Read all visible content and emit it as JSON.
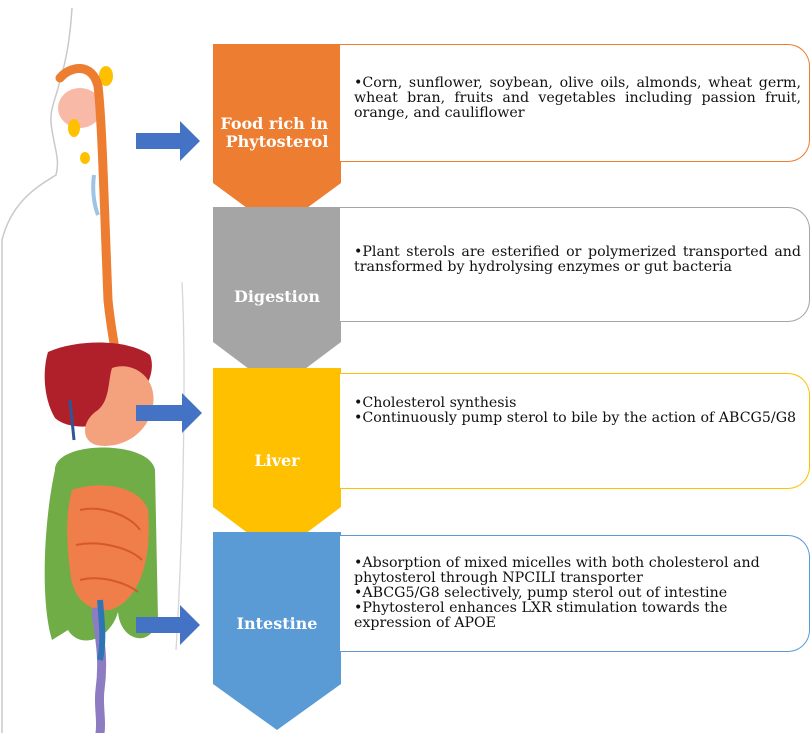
{
  "stages": [
    {
      "label_lines": [
        "Food rich in",
        "Phytosterol"
      ],
      "color": "#ED7D31",
      "bullets": [
        "Corn, sunflower, soybean, olive oils, almonds, wheat germ, wheat bran,  fruits and vegetables including passion fruit, orange, and cauliflower"
      ]
    },
    {
      "label_lines": [
        "Digestion"
      ],
      "color": "#A5A5A5",
      "bullets": [
        "Plant sterols are esterified or polymerized transported and transformed by hydrolysing enzymes or gut bacteria"
      ]
    },
    {
      "label_lines": [
        "Liver"
      ],
      "color": "#FFC000",
      "bullets": [
        "Cholesterol synthesis",
        "Continuously pump sterol to bile by the action of ABCG5/G8"
      ]
    },
    {
      "label_lines": [
        "Intestine"
      ],
      "color": "#5B9BD5",
      "bullets": [
        "Absorption of mixed micelles with both cholesterol and phytosterol through NPCILI transporter",
        "ABCG5/G8 selectively, pump sterol out of intestine",
        "Phytosterol enhances LXR stimulation towards the expression of APOE"
      ]
    }
  ],
  "arrow_color": "#4472C4"
}
